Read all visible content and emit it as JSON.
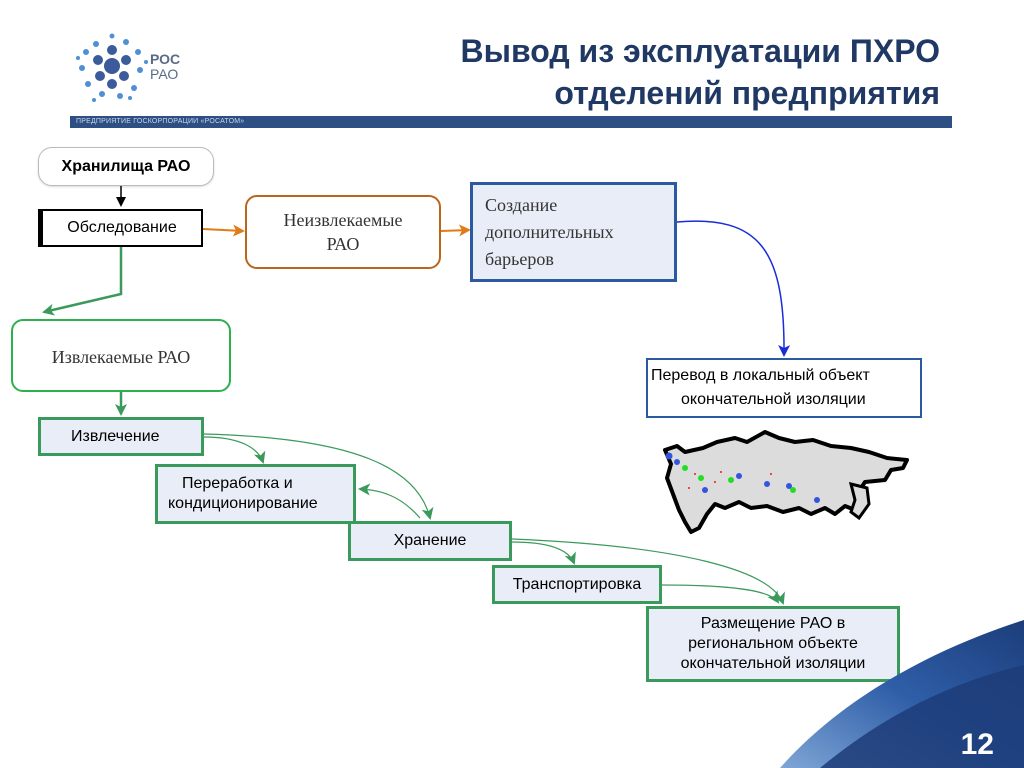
{
  "header": {
    "title_line1": "Вывод из эксплуатации ПХРО",
    "title_line2": "отделений предприятия",
    "banner_text": "ПРЕДПРИЯТИЕ ГОСКОРПОРАЦИИ «РОСАТОМ»",
    "logo_line1": "РОС",
    "logo_line2": "РАО"
  },
  "diagram": {
    "storage": "Хранилища РАО",
    "survey": "Обследование",
    "non_extractable": "Неизвлекаемые РАО",
    "barriers": "Создание дополнительных барьеров",
    "local_transfer_line1": "Перевод в локальный объект",
    "local_transfer_line2": "окончательной изоляции",
    "extractable": "Извлекаемые РАО",
    "extraction": "Извлечение",
    "processing_line1": "Переработка и",
    "processing_line2": "кондиционирование",
    "storing": "Хранение",
    "transport": "Транспортировка",
    "placement_line1": "Размещение РАО в",
    "placement_line2": "региональном объекте",
    "placement_line3": "окончательной изоляции"
  },
  "colors": {
    "title": "#1f3864",
    "green": "#3a9a5b",
    "orange": "#e07b16",
    "blue_arrow": "#1a2bd8",
    "box_blue": "#2c5aa0"
  },
  "page_number": "12"
}
